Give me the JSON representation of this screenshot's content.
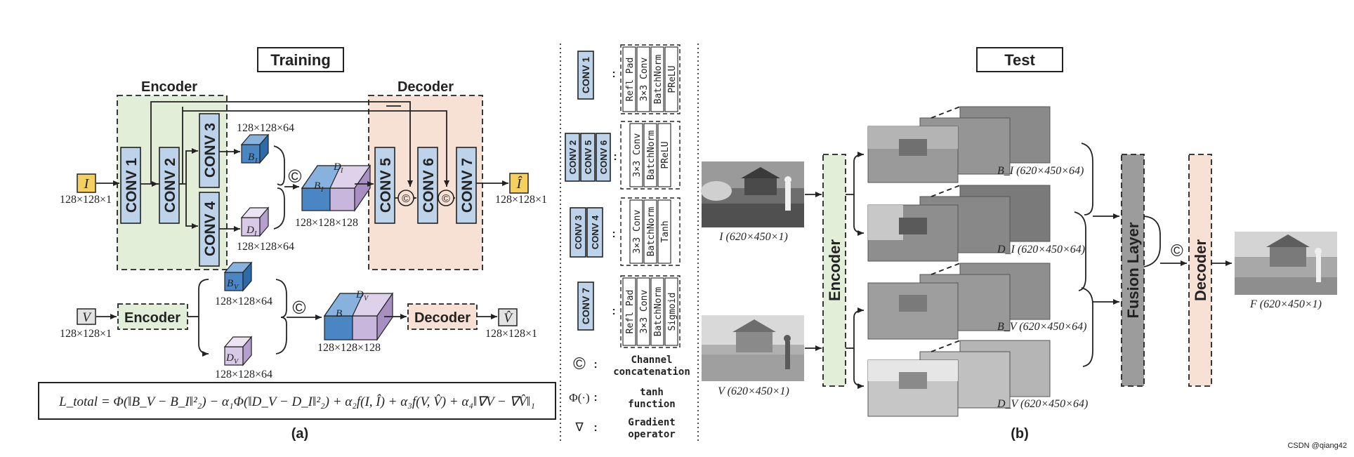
{
  "training": {
    "title": "Training",
    "encoder_label": "Encoder",
    "decoder_label": "Decoder",
    "input_i": "I",
    "input_i_dim": "128×128×1",
    "output_i": "Î",
    "output_i_dim": "128×128×1",
    "conv_labels": [
      "CONV 1",
      "CONV 2",
      "CONV 3",
      "CONV 4",
      "CONV 5",
      "CONV 6",
      "CONV 7"
    ],
    "bi_label": "B",
    "bi_sub": "I",
    "bi_dim": "128×128×64",
    "di_label": "D",
    "di_sub": "I",
    "di_dim": "128×128×64",
    "concat_dim": "128×128×128",
    "concat_symbol": "©",
    "input_v": "V",
    "input_v_dim": "128×128×1",
    "encoder_box": "Encoder",
    "decoder_box": "Decoder",
    "output_v": "V̂",
    "output_v_dim": "128×128×1",
    "bv_label": "B",
    "bv_sub": "V",
    "bv_dim": "128×128×64",
    "dv_label": "D",
    "dv_sub": "V",
    "dv_dim": "128×128×64",
    "concat_v_dim": "128×128×128",
    "loss": "L_total = Φ(‖B_V − B_I‖²₂) − α₁Φ(‖D_V − D_I‖²₂) + α₂f(I, Î) + α₃f(V, V̂) + α₄‖∇V − ∇V̂‖₁",
    "caption": "(a)"
  },
  "legend": {
    "groups": [
      {
        "convs": [
          "CONV 1"
        ],
        "layers": [
          "Refl Pad",
          "3×3 Conv",
          "BatchNorm",
          "PReLU"
        ]
      },
      {
        "convs": [
          "CONV 2",
          "CONV 5",
          "CONV 6"
        ],
        "layers": [
          "3×3 Conv",
          "BatchNorm",
          "PReLU"
        ]
      },
      {
        "convs": [
          "CONV 3",
          "CONV 4"
        ],
        "layers": [
          "3×3 Conv",
          "BatchNorm",
          "Tanh"
        ]
      },
      {
        "convs": [
          "CONV 7"
        ],
        "layers": [
          "Refl Pad",
          "3×3 Conv",
          "BatchNorm",
          "Sigmoid"
        ]
      }
    ],
    "colon": ":",
    "notes": [
      {
        "symbol": "©",
        "text1": "Channel",
        "text2": "concatenation"
      },
      {
        "symbol": "Φ(·)",
        "text1": "tanh",
        "text2": "function"
      },
      {
        "symbol": "∇",
        "text1": "Gradient",
        "text2": "operator"
      }
    ]
  },
  "test": {
    "title": "Test",
    "input_i_caption": "I (620×450×1)",
    "input_v_caption": "V (620×450×1)",
    "encoder_label": "Encoder",
    "bi_caption": "B_I (620×450×64)",
    "di_caption": "D_I (620×450×64)",
    "bv_caption": "B_V (620×450×64)",
    "dv_caption": "D_V (620×450×64)",
    "fusion_label": "Fusion Layer",
    "decoder_label": "Decoder",
    "concat_symbol": "©",
    "output_caption": "F (620×450×1)",
    "caption": "(b)"
  },
  "watermark": "CSDN @qiang42",
  "colors": {
    "conv_blue": "#bcd3ea",
    "encoder_green": "#e2eed8",
    "decoder_peach": "#f7e0d4",
    "input_yellow": "#f5d060",
    "base_blue": "#4a86c4",
    "detail_purple": "#c9b6dc",
    "fusion_gray": "#9c9c9c"
  }
}
